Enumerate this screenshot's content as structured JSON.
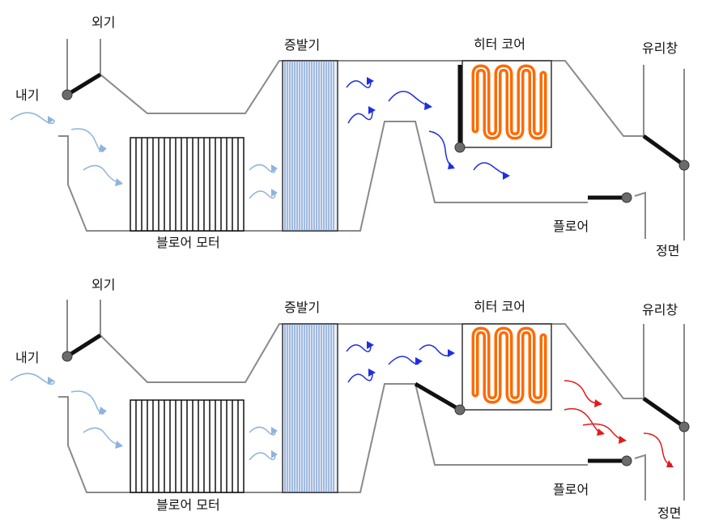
{
  "diagrams": [
    {
      "labels": {
        "outside_air": "외기",
        "inside_air": "내기",
        "evaporator": "증발기",
        "heater_core": "히터 코어",
        "windshield": "유리창",
        "blower_motor": "블로어 모터",
        "floor": "플로어",
        "front": "정면"
      }
    },
    {
      "labels": {
        "outside_air": "외기",
        "inside_air": "내기",
        "evaporator": "증발기",
        "heater_core": "히터 코어",
        "windshield": "유리창",
        "blower_motor": "블로어 모터",
        "floor": "플로어",
        "front": "정면"
      }
    }
  ],
  "colors": {
    "duct": "#8a8a8a",
    "intake_arrow": "#8fb3dc",
    "cool_arrow": "#1f2fe0",
    "warm_arrow": "#e11b1b",
    "heater_fill": "#ff6a00",
    "evaporator_line": "#5d86c8"
  }
}
